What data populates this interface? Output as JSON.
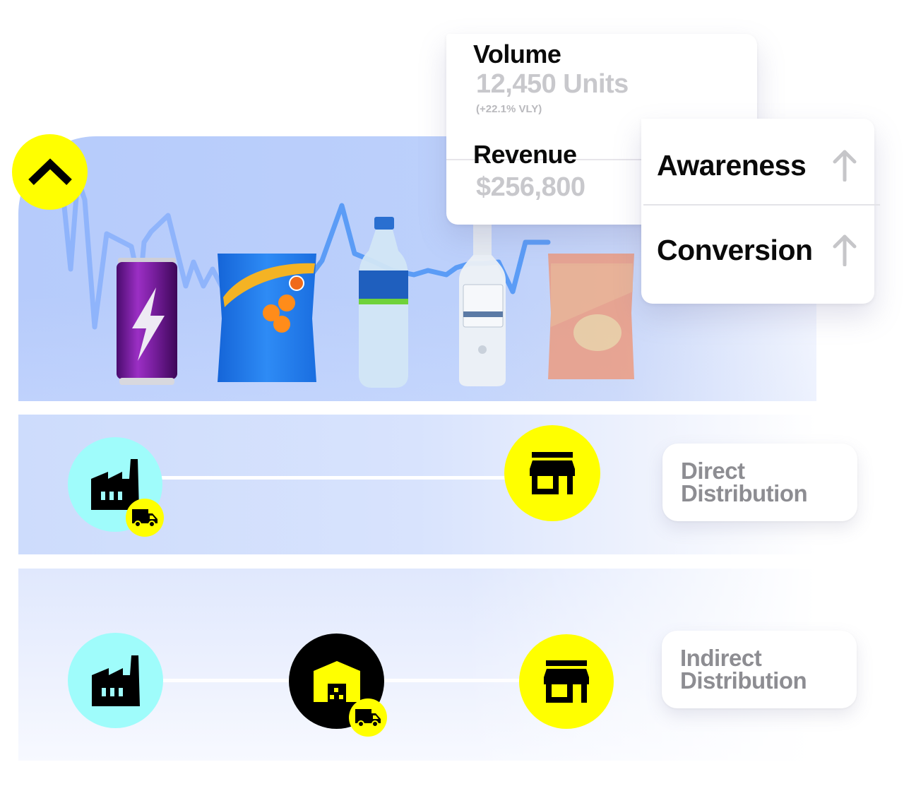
{
  "colors": {
    "accent_yellow": "#ffff00",
    "factory_cyan": "#9ffcfb",
    "chart_line": "#5b9cf6",
    "panel_blue": "#b9cdfb",
    "muted_text": "#c8c8cc",
    "label_gray": "#8d8d92"
  },
  "hero": {
    "collapse_icon": "chevron-up-icon",
    "products": [
      {
        "name": "energy-drink-can",
        "color": "#7a1fa0"
      },
      {
        "name": "snack-bag-blue",
        "color": "#1f7ef0"
      },
      {
        "name": "water-bottle",
        "color": "#2a6fd0"
      },
      {
        "name": "glass-spirits-bottle",
        "color": "#dfe6ee"
      },
      {
        "name": "chips-bag-orange",
        "color": "#f08a6a"
      }
    ]
  },
  "metrics": {
    "volume": {
      "label": "Volume",
      "value": "12,450 Units",
      "change": "(+22.1% VLY)"
    },
    "revenue": {
      "label": "Revenue",
      "value": "$256,800"
    }
  },
  "funnel": {
    "items": [
      {
        "label": "Awareness",
        "trend_icon": "arrow-up-icon"
      },
      {
        "label": "Conversion",
        "trend_icon": "arrow-up-icon"
      }
    ]
  },
  "distribution": {
    "direct": {
      "label_line1": "Direct",
      "label_line2": "Distribution",
      "nodes": [
        "factory-icon",
        "truck-icon",
        "store-icon"
      ]
    },
    "indirect": {
      "label_line1": "Indirect",
      "label_line2": "Distribution",
      "nodes": [
        "factory-icon",
        "warehouse-icon",
        "truck-icon",
        "store-icon"
      ]
    }
  }
}
